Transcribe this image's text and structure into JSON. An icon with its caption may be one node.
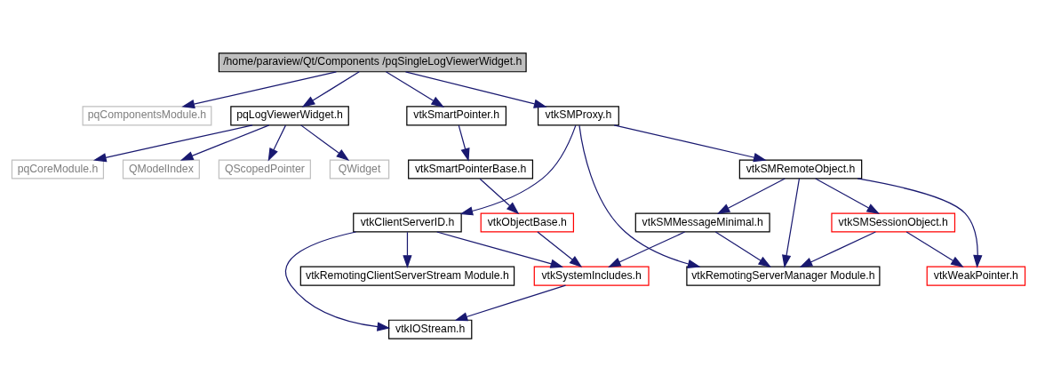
{
  "diagram": {
    "nodes": [
      {
        "text": [
          "/home/paraview/Qt/Components /pqSingleLogViewerWidget.h"
        ]
      },
      {
        "text": [
          "pqComponentsModule.h"
        ]
      },
      {
        "text": [
          "pqLogViewerWidget.h"
        ]
      },
      {
        "text": [
          "vtkSMProxy.h"
        ]
      },
      {
        "text": [
          "vtkSmartPointer.h"
        ]
      },
      {
        "text": [
          "pqCoreModule.h"
        ]
      },
      {
        "text": [
          "QModelIndex"
        ]
      },
      {
        "text": [
          "QScopedPointer"
        ]
      },
      {
        "text": [
          "QWidget"
        ]
      },
      {
        "text": [
          "vtkSMRemoteObject.h"
        ]
      },
      {
        "text": [
          "vtkSmartPointerBase.h"
        ]
      },
      {
        "text": [
          "vtkClientServerID.h"
        ]
      },
      {
        "text": [
          "vtkSMSessionObject.h"
        ]
      },
      {
        "text": [
          "vtkSMMessageMinimal.h"
        ]
      },
      {
        "text": [
          "vtkObjectBase.h"
        ]
      },
      {
        "text": [
          "vtkWeakPointer.h"
        ]
      },
      {
        "text": [
          "vtkRemotingServerManager Module.h"
        ]
      },
      {
        "text": [
          "vtkSystemIncludes.h"
        ]
      },
      {
        "text": [
          "vtkRemotingClientServerStream Module.h"
        ]
      },
      {
        "text": [
          "vtkIOStream.h"
        ]
      }
    ],
    "edges": [
      {
        "from": 0,
        "to": 1,
        "arrow": "to"
      },
      {
        "from": 0,
        "to": 2,
        "arrow": "to"
      },
      {
        "from": 0,
        "to": 3,
        "arrow": "to"
      },
      {
        "from": 0,
        "to": 4,
        "arrow": "to"
      },
      {
        "from": 2,
        "to": 5,
        "arrow": "to"
      },
      {
        "from": 2,
        "to": 6,
        "arrow": "to"
      },
      {
        "from": 2,
        "to": 7,
        "arrow": "to"
      },
      {
        "from": 2,
        "to": 8,
        "arrow": "to"
      },
      {
        "from": 3,
        "to": 9,
        "arrow": "to"
      },
      {
        "from": 3,
        "to": 16,
        "arrow": "to"
      },
      {
        "from": 3,
        "to": 11,
        "arrow": "to"
      },
      {
        "from": 4,
        "to": 10,
        "arrow": "to"
      },
      {
        "from": 9,
        "to": 15,
        "arrow": "to"
      },
      {
        "from": 9,
        "to": 12,
        "arrow": "to"
      },
      {
        "from": 9,
        "to": 16,
        "arrow": "to"
      },
      {
        "from": 9,
        "to": 13,
        "arrow": "to"
      },
      {
        "from": 10,
        "to": 14,
        "arrow": "to"
      },
      {
        "from": 12,
        "to": 15,
        "arrow": "to"
      },
      {
        "from": 12,
        "to": 16,
        "arrow": "to"
      },
      {
        "from": 13,
        "to": 16,
        "arrow": "to"
      },
      {
        "from": 13,
        "to": 17,
        "arrow": "to"
      },
      {
        "from": 14,
        "to": 17,
        "arrow": "to"
      },
      {
        "from": 11,
        "to": 17,
        "arrow": "to"
      },
      {
        "from": 11,
        "to": 19,
        "arrow": "to"
      },
      {
        "from": 11,
        "to": 18,
        "arrow": "to"
      },
      {
        "from": 17,
        "to": 19,
        "arrow": "to"
      }
    ]
  }
}
